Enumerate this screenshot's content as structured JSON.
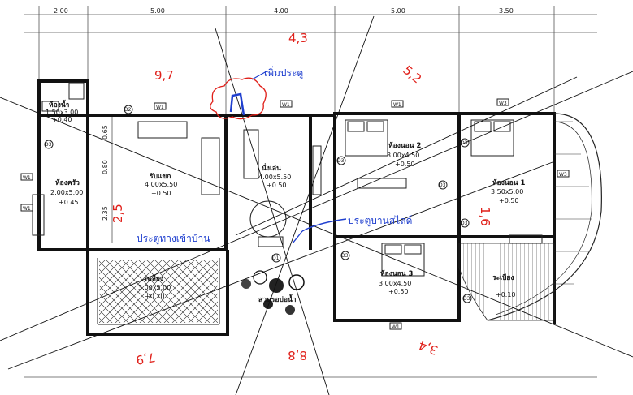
{
  "dimensions": [
    "2.00",
    "5.00",
    "4.00",
    "5.00",
    "3.50"
  ],
  "side_dims": [
    "0.65",
    "0.80",
    "2.35"
  ],
  "rooms": [
    {
      "name": "ห้องน้ำ",
      "size": "1.50x3.00",
      "level": "+0.40"
    },
    {
      "name": "ห้องครัว",
      "size": "2.00x5.00",
      "level": "+0.45"
    },
    {
      "name": "รับแขก",
      "size": "4.00x5.50",
      "level": "+0.50"
    },
    {
      "name": "นั่งเล่น",
      "size": "4.00x5.50",
      "level": "+0.50"
    },
    {
      "name": "ห้องนอน 2",
      "size": "3.00x4.50",
      "level": "+0.50"
    },
    {
      "name": "ห้องนอน 1",
      "size": "3.50x5.00",
      "level": "+0.50"
    },
    {
      "name": "ห้องนอน 3",
      "size": "3.00x4.50",
      "level": "+0.50"
    },
    {
      "name": "ระเบียง",
      "size": "",
      "level": "+0.10"
    },
    {
      "name": "เฉลียง",
      "size": "3.00x5.00",
      "level": "+0.10"
    }
  ],
  "garden_label": "สวนรอบ่อน้ำ",
  "zones": [
    "4,3",
    "9,7",
    "5,2",
    "2,5",
    "1,6",
    "7,9",
    "8,8",
    "3,4"
  ],
  "annotations": {
    "new_door": "เพิ่มประตู",
    "sliding_door": "ประตูบานสไลด์",
    "front_door": "ประตูทางเข้าบ้าน"
  },
  "window_tags": [
    "W1",
    "W1",
    "W1",
    "W3",
    "W1",
    "W1",
    "W3",
    "W1"
  ],
  "door_tags": [
    "D3",
    "D2",
    "D3",
    "D3",
    "D3",
    "D1",
    "D3",
    "D3",
    "D3"
  ],
  "colors": {
    "zone": "#e0201a",
    "note": "#1f3fcf",
    "line": "#111111"
  }
}
